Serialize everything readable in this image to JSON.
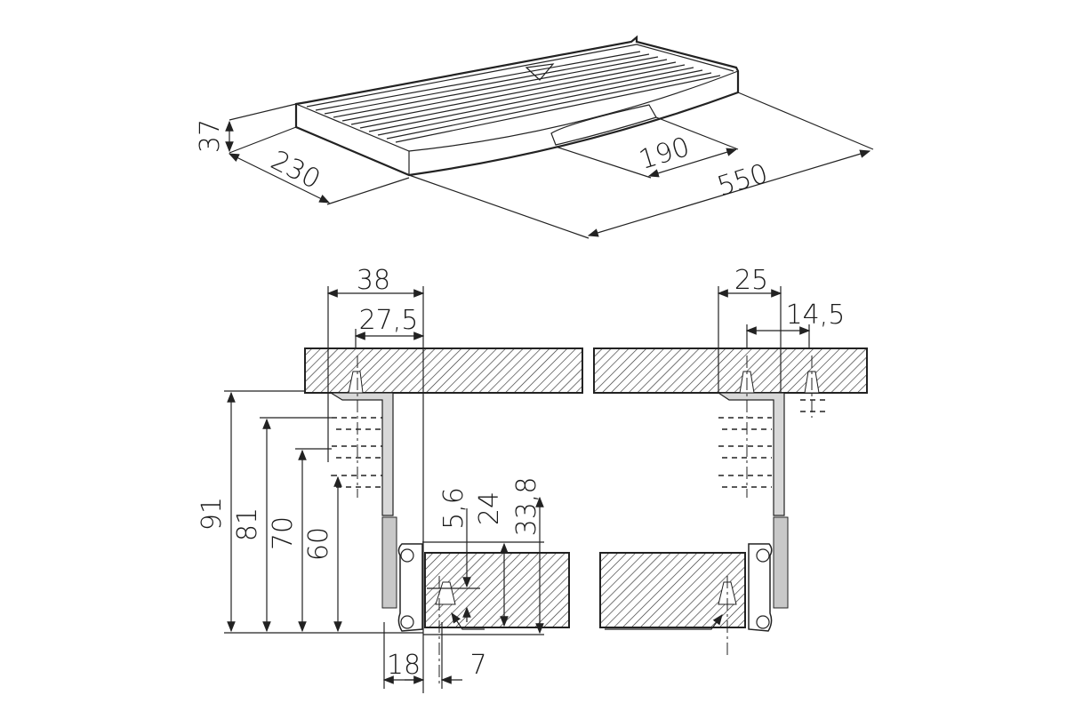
{
  "title": "Pull-out tray dimension drawing",
  "dimensions": {
    "height": "37",
    "depth": "230",
    "handle_width": "190",
    "length": "550",
    "left_offset_38": "38",
    "left_offset_27_5": "27,5",
    "height_91": "91",
    "height_81": "81",
    "height_70": "70",
    "height_60": "60",
    "gap_5_6": "5,6",
    "gap_24": "24",
    "gap_33_8": "33,8",
    "rail_18": "18",
    "rail_7": "7",
    "right_offset_25": "25",
    "right_offset_14_5": "14,5"
  },
  "colors": {
    "line": "#222222",
    "rail_fill": "#c8c8c8",
    "hatch": "#333333"
  }
}
